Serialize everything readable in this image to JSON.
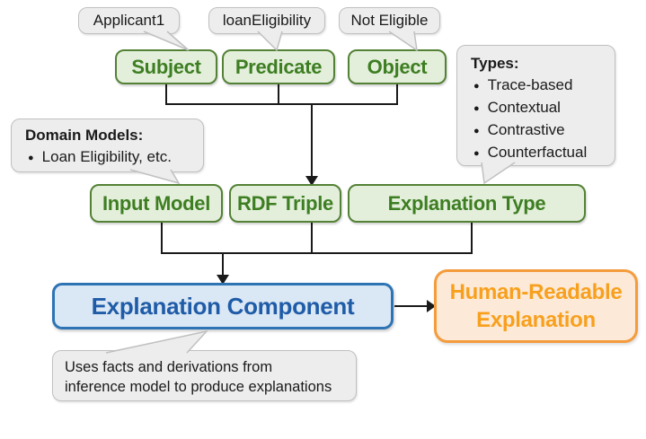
{
  "colors": {
    "green_fill": "#E3EFDB",
    "green_border": "#538135",
    "green_text": "#3E7E22",
    "blue_fill": "#DAE7F4",
    "blue_border": "#2E74B5",
    "blue_text": "#1F5CA8",
    "orange_fill": "#FCE9D8",
    "orange_border": "#F49C3C",
    "orange_text": "#F8A01D",
    "bubble_fill": "#EDEDED",
    "bubble_border": "#C0C0C0",
    "line_color": "#1A1A1A"
  },
  "callouts": {
    "subject_value": "Applicant1",
    "predicate_value": "loanEligibility",
    "object_value": "Not Eligible",
    "domain_models": {
      "title": "Domain Models:",
      "items": [
        "Loan Eligibility, etc."
      ]
    },
    "types": {
      "title": "Types:",
      "items": [
        "Trace-based",
        "Contextual",
        "Contrastive",
        "Counterfactual"
      ]
    },
    "component_note": {
      "lines": [
        "Uses facts and derivations from",
        "inference model to produce explanations"
      ]
    }
  },
  "nodes": {
    "subject": "Subject",
    "predicate": "Predicate",
    "object": "Object",
    "input_model": "Input Model",
    "rdf_triple": "RDF Triple",
    "explanation_type": "Explanation Type",
    "explanation_component": "Explanation Component",
    "human_readable_explanation": {
      "lines": [
        "Human-Readable",
        "Explanation"
      ]
    }
  }
}
